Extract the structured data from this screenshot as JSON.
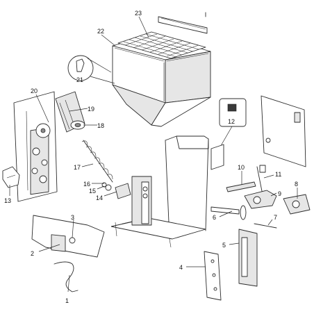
{
  "callouts": [
    {
      "id": "1",
      "label": "1"
    },
    {
      "id": "2",
      "label": "2"
    },
    {
      "id": "3",
      "label": "3"
    },
    {
      "id": "4",
      "label": "4"
    },
    {
      "id": "5",
      "label": "5"
    },
    {
      "id": "6",
      "label": "6"
    },
    {
      "id": "7",
      "label": "7"
    },
    {
      "id": "8",
      "label": "8"
    },
    {
      "id": "9",
      "label": "9"
    },
    {
      "id": "10",
      "label": "10"
    },
    {
      "id": "11",
      "label": "11"
    },
    {
      "id": "12",
      "label": "12"
    },
    {
      "id": "13",
      "label": "13"
    },
    {
      "id": "14",
      "label": "14"
    },
    {
      "id": "15",
      "label": "15"
    },
    {
      "id": "16",
      "label": "16"
    },
    {
      "id": "17",
      "label": "17"
    },
    {
      "id": "18",
      "label": "18"
    },
    {
      "id": "19",
      "label": "19"
    },
    {
      "id": "20",
      "label": "20"
    },
    {
      "id": "21",
      "label": "21"
    },
    {
      "id": "22",
      "label": "22"
    },
    {
      "id": "23",
      "label": "23"
    }
  ]
}
